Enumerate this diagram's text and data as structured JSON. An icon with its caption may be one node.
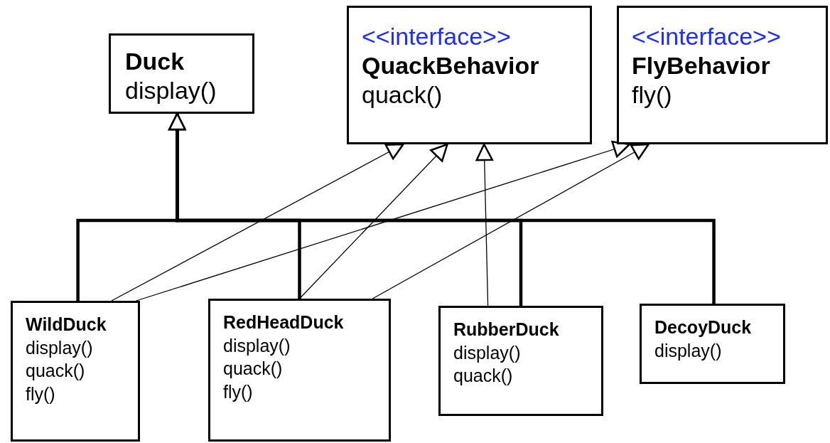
{
  "diagram": {
    "nodes": [
      {
        "text": [
          "Duck",
          "display()"
        ]
      },
      {
        "text": [
          "<<interface>>",
          "QuackBehavior",
          "quack()"
        ]
      },
      {
        "text": [
          "<<interface>>",
          "FlyBehavior",
          "fly()"
        ]
      },
      {
        "text": [
          "WildDuck",
          "display()",
          "quack()",
          "fly()"
        ]
      },
      {
        "text": [
          "RedHeadDuck",
          "display()",
          "quack()",
          "fly()"
        ]
      },
      {
        "text": [
          "RubberDuck",
          "display()",
          "quack()"
        ]
      },
      {
        "text": [
          "DecoyDuck",
          "display()"
        ]
      }
    ],
    "edges": [
      {
        "from": 3,
        "to": 0,
        "arrow": "to",
        "style": "thick"
      },
      {
        "from": 4,
        "to": 0,
        "arrow": "to",
        "style": "thick"
      },
      {
        "from": 5,
        "to": 0,
        "arrow": "to",
        "style": "thick"
      },
      {
        "from": 6,
        "to": 0,
        "arrow": "to",
        "style": "thick"
      },
      {
        "from": 3,
        "to": 1,
        "arrow": "to"
      },
      {
        "from": 3,
        "to": 2,
        "arrow": "to"
      },
      {
        "from": 4,
        "to": 1,
        "arrow": "to"
      },
      {
        "from": 4,
        "to": 2,
        "arrow": "to"
      },
      {
        "from": 5,
        "to": 1,
        "arrow": "to"
      }
    ]
  }
}
